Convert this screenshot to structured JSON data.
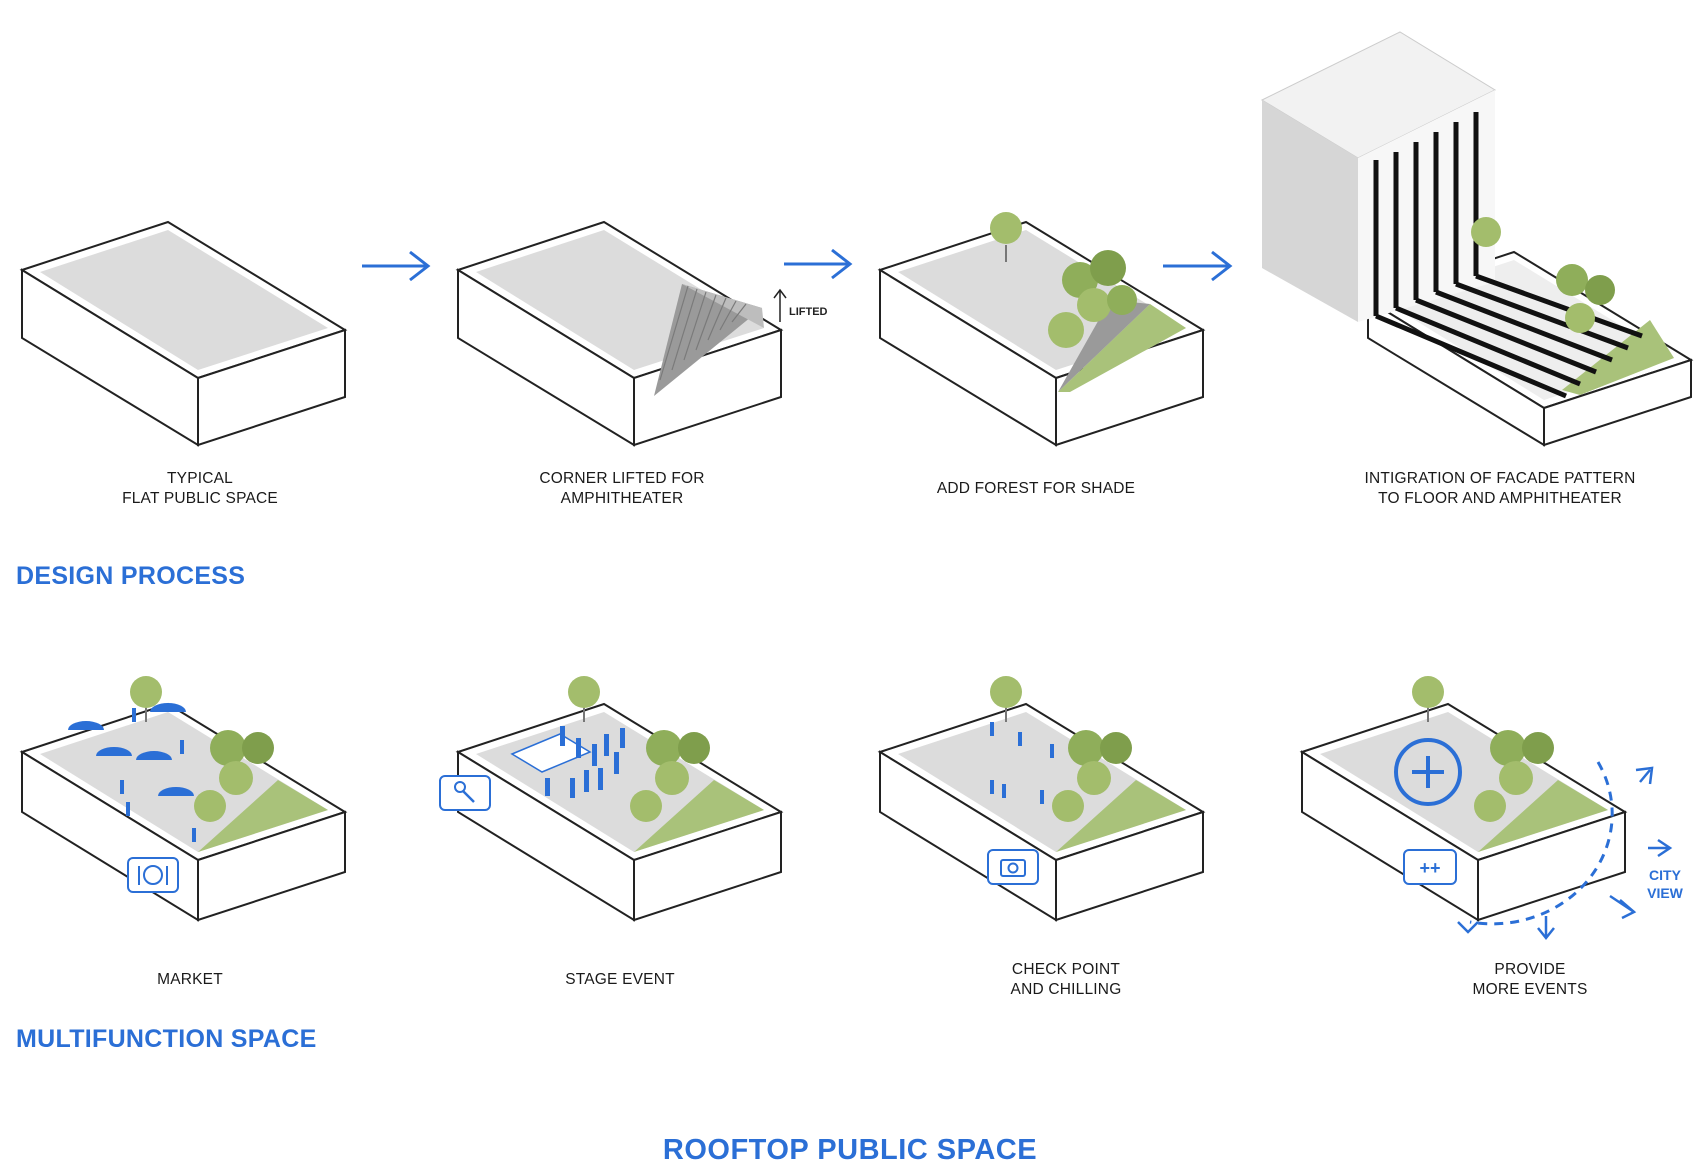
{
  "title": "ROOFTOP PUBLIC SPACE",
  "sections": {
    "design_process": "DESIGN PROCESS",
    "multifunction_space": "MULTIFUNCTION SPACE"
  },
  "design_steps": [
    {
      "line1": "TYPICAL",
      "line2": "FLAT PUBLIC SPACE"
    },
    {
      "line1": "CORNER LIFTED FOR",
      "line2": "AMPHITHEATER"
    },
    {
      "line1": "ADD FOREST FOR SHADE",
      "line2": ""
    },
    {
      "line1": "INTIGRATION OF FACADE PATTERN",
      "line2": "TO FLOOR AND AMPHITHEATER"
    }
  ],
  "functions": [
    {
      "line1": "MARKET",
      "line2": ""
    },
    {
      "line1": "STAGE EVENT",
      "line2": ""
    },
    {
      "line1": "CHECK POINT",
      "line2": "AND CHILLING"
    },
    {
      "line1": "PROVIDE",
      "line2": "MORE EVENTS"
    }
  ],
  "annotations": {
    "lifted": "LIFTED",
    "plus_badge": "++",
    "city": "CITY",
    "view": "VIEW"
  },
  "icons": {
    "process_arrow": "arrow-right-icon",
    "market": "cutlery-plate-icon",
    "stage": "microphone-icon",
    "checkpoint": "camera-icon",
    "events": "plus-circle-icon"
  },
  "colors": {
    "accent_blue": "#2b6fd6",
    "tree_green": "#8fae5a",
    "grass_green": "#a9c27a",
    "floor_gray": "#dcdcdc",
    "text": "#1a1a1a"
  }
}
